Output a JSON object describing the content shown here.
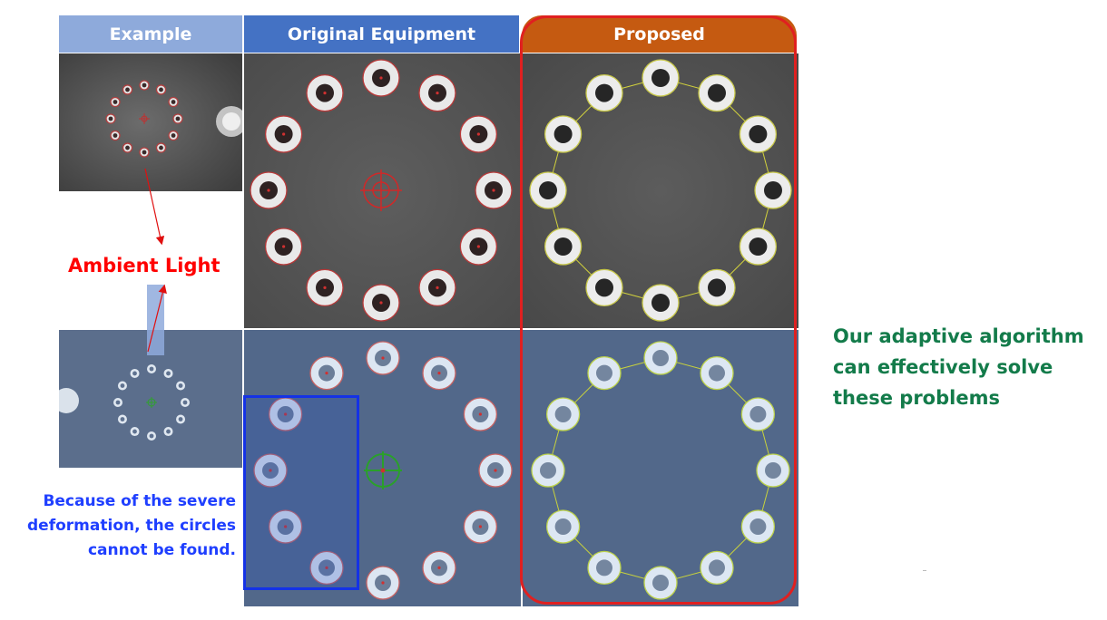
{
  "headers": {
    "example": "Example",
    "original": "Original Equipment",
    "proposed": "Proposed"
  },
  "labels": {
    "ambient_light": "Ambient Light",
    "deformation_note": "Because of the severe deformation, the circles cannot be found.",
    "algorithm_note": "Our adaptive algorithm can effectively solve these problems"
  },
  "colors": {
    "example_header": "#8eaadb",
    "original_header": "#4472c4",
    "proposed_header": "#c55a11",
    "ambient_text": "#ff0000",
    "deformation_text": "#1f3fff",
    "algorithm_text": "#137b4a",
    "proposed_frame": "#e02020",
    "missing_circles_frame": "#1432e6"
  },
  "icons": {
    "target": "crosshair-icon",
    "arrow": "arrow-icon"
  }
}
